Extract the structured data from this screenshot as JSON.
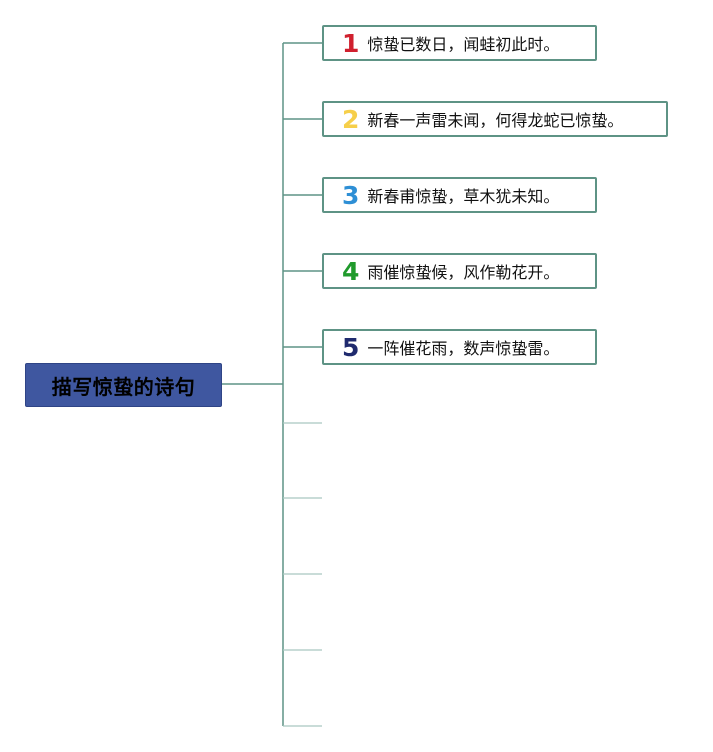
{
  "root": {
    "label": "描写惊蛰的诗句"
  },
  "children": [
    {
      "number": "1",
      "text": "惊蛰已数日，闻蛙初此时。"
    },
    {
      "number": "2",
      "text": "新春一声雷未闻，何得龙蛇已惊蛰。"
    },
    {
      "number": "3",
      "text": "新春甫惊蛰，草木犹未知。"
    },
    {
      "number": "4",
      "text": "雨催惊蛰候，风作勒花开。"
    },
    {
      "number": "5",
      "text": "一阵催花雨，数声惊蛰雷。"
    }
  ],
  "colors": {
    "root_fill": "#3f57a0",
    "connector": "#5e9385",
    "badge_1": "#d0202e",
    "badge_2": "#f6cf4a",
    "badge_3": "#2e8fd5",
    "badge_4": "#209a2c",
    "badge_5": "#1f2a6e"
  }
}
